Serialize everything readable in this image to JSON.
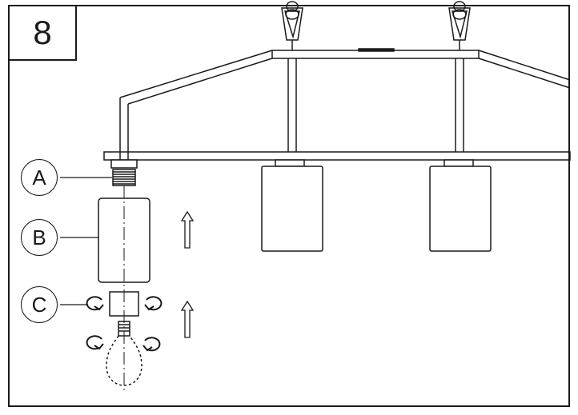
{
  "step": {
    "number": "8"
  },
  "callouts": {
    "a": {
      "letter": "A",
      "part": "socket-ring"
    },
    "b": {
      "letter": "B",
      "part": "glass-shade"
    },
    "c": {
      "letter": "C",
      "part": "shade-holder"
    }
  },
  "icons": {
    "up_arrow": "up-arrow-icon",
    "rotate": "rotate-arrow-icon"
  },
  "colors": {
    "line": "#1a1a1a",
    "background": "#ffffff"
  }
}
